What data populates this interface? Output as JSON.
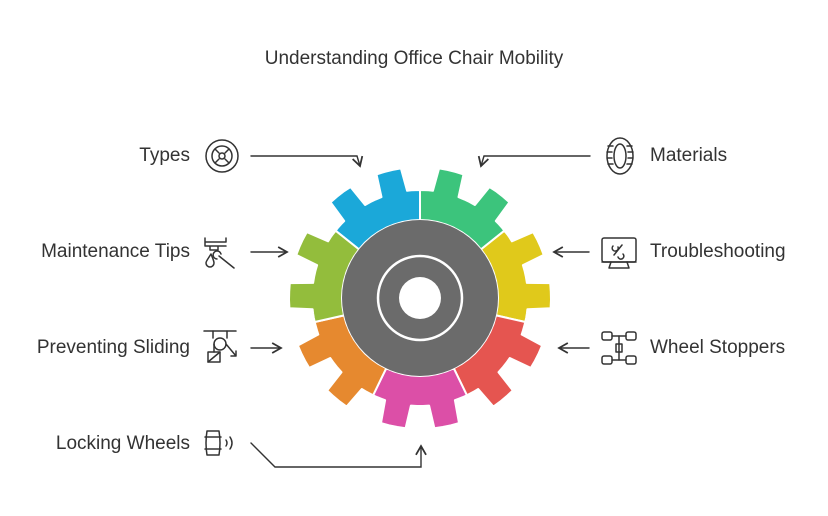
{
  "title": "Understanding Office Chair Mobility",
  "colors": {
    "hub": "#6b6b6b",
    "hub_stroke": "#ffffff",
    "arrow": "#333333",
    "icon": "#333333",
    "segments": [
      "#1ba8d9",
      "#3cc47c",
      "#e0c91b",
      "#e55550",
      "#dc4fa7",
      "#e6892f",
      "#93bd3c"
    ]
  },
  "items": {
    "types": {
      "label": "Types",
      "icon": "wheel-icon"
    },
    "materials": {
      "label": "Materials",
      "icon": "tire-icon"
    },
    "maintenance": {
      "label": "Maintenance Tips",
      "icon": "tools-icon"
    },
    "troubleshooting": {
      "label": "Troubleshooting",
      "icon": "monitor-wrench-icon"
    },
    "sliding": {
      "label": "Preventing Sliding",
      "icon": "pulley-icon"
    },
    "stoppers": {
      "label": "Wheel Stoppers",
      "icon": "axle-icon"
    },
    "locking": {
      "label": "Locking Wheels",
      "icon": "lock-wheel-signal-icon"
    }
  }
}
